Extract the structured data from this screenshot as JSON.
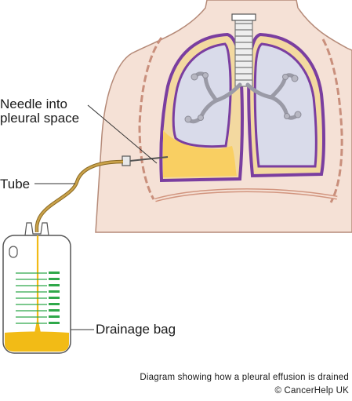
{
  "labels": {
    "needle_line1": "Needle into",
    "needle_line2": "pleural space",
    "tube": "Tube",
    "bag": "Drainage bag"
  },
  "caption": {
    "line1": "Diagram showing how a pleural effusion is drained",
    "line2": "© CancerHelp UK"
  },
  "colors": {
    "skin": "#f5e1d6",
    "outline": "#b58a78",
    "pleura": "#7a3ea0",
    "effusion": "#f9cf62",
    "lung": "#d9dbea",
    "bronchi": "#9a9aa6",
    "tube": "#caa24a",
    "bag_liquid": "#f2bb16",
    "scale": "#2fa84a"
  }
}
